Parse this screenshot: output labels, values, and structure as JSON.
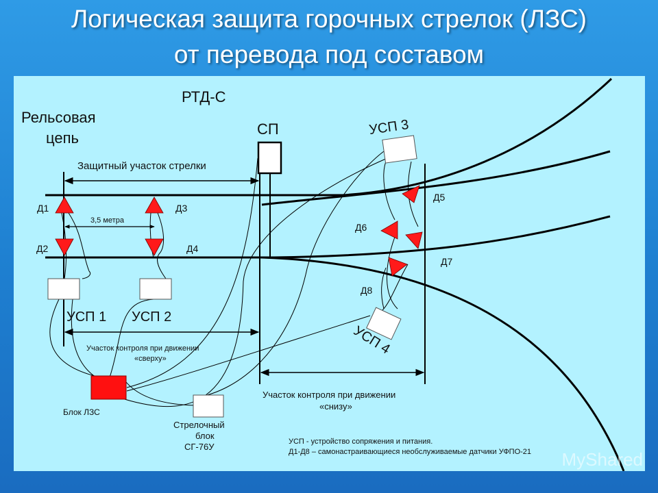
{
  "slide": {
    "title_line1": "Логическая защита горочных стрелок (ЛЗС)",
    "title_line2": "от перевода под составом"
  },
  "labels": {
    "rtd": "РТД-С",
    "rail_circuit_1": "Рельсовая",
    "rail_circuit_2": "цепь",
    "sp": "СП",
    "protective_section": "Защитный участок стрелки",
    "distance": "3,5 метра",
    "d1": "Д1",
    "d2": "Д2",
    "d3": "Д3",
    "d4": "Д4",
    "d5": "Д5",
    "d6": "Д6",
    "d7": "Д7",
    "d8": "Д8",
    "usp1": "УСП 1",
    "usp2": "УСП 2",
    "usp3": "УСП 3",
    "usp4": "УСП 4",
    "control_top_1": "Участок контроля при движении",
    "control_top_2": "«сверху»",
    "control_bottom_1": "Участок контроля при движении",
    "control_bottom_2": "«снизу»",
    "lzs_block": "Блок ЛЗС",
    "switch_block_1": "Стрелочный",
    "switch_block_2": "блок",
    "switch_block_3": "СГ-76У",
    "legend_1": "УСП - устройство сопряжения и питания.",
    "legend_2": "Д1-Д8 – самонастраивающиеся необслуживаемые датчики УФПО-21"
  },
  "watermark": "MyShared",
  "colors": {
    "background": "#1e7fd0",
    "panel": "#b3f2ff",
    "rail": "#000000",
    "sensor": "#ff0000",
    "lzs_block": "#ff0000",
    "device": "#ffffff"
  }
}
